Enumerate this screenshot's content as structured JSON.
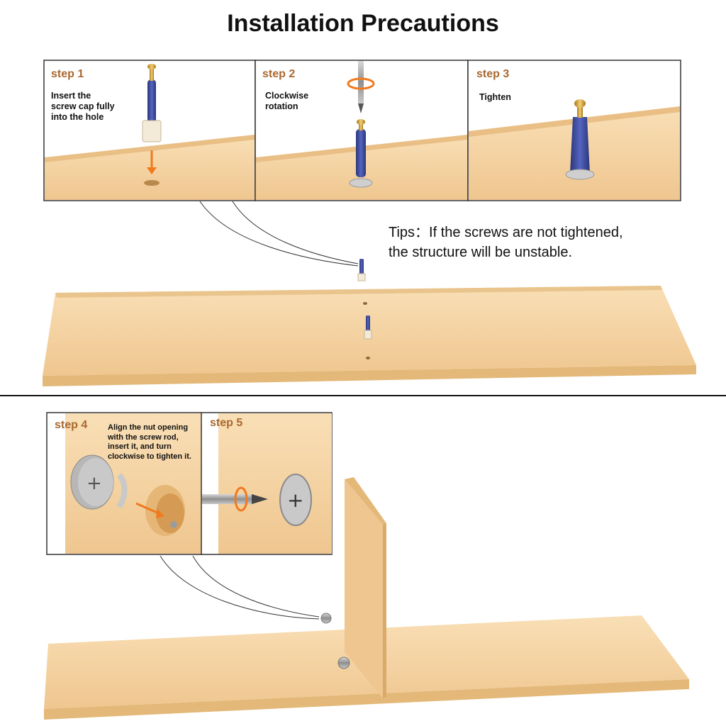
{
  "title": "Installation Precautions",
  "steps": [
    {
      "label": "step 1",
      "text": [
        "Insert the",
        "screw cap fully",
        "into the hole"
      ]
    },
    {
      "label": "step 2",
      "text": [
        "Clockwise",
        "rotation"
      ]
    },
    {
      "label": "step 3",
      "text": [
        "Tighten"
      ]
    },
    {
      "label": "step 4",
      "text": [
        "Align the nut opening",
        "with the screw rod,",
        "insert it, and turn",
        "clockwise to tighten it."
      ]
    },
    {
      "label": "step 5",
      "text": []
    }
  ],
  "tips": [
    "Tips：If the screws are not tightened,",
    "the structure will be unstable."
  ],
  "colors": {
    "wood": "#f2cf9c",
    "wood_edge": "#e3b878",
    "step_label": "#a8682f",
    "bolt_blue": "#3b4a9a",
    "brass": "#d8a63a",
    "arrow": "#f07a1e"
  }
}
